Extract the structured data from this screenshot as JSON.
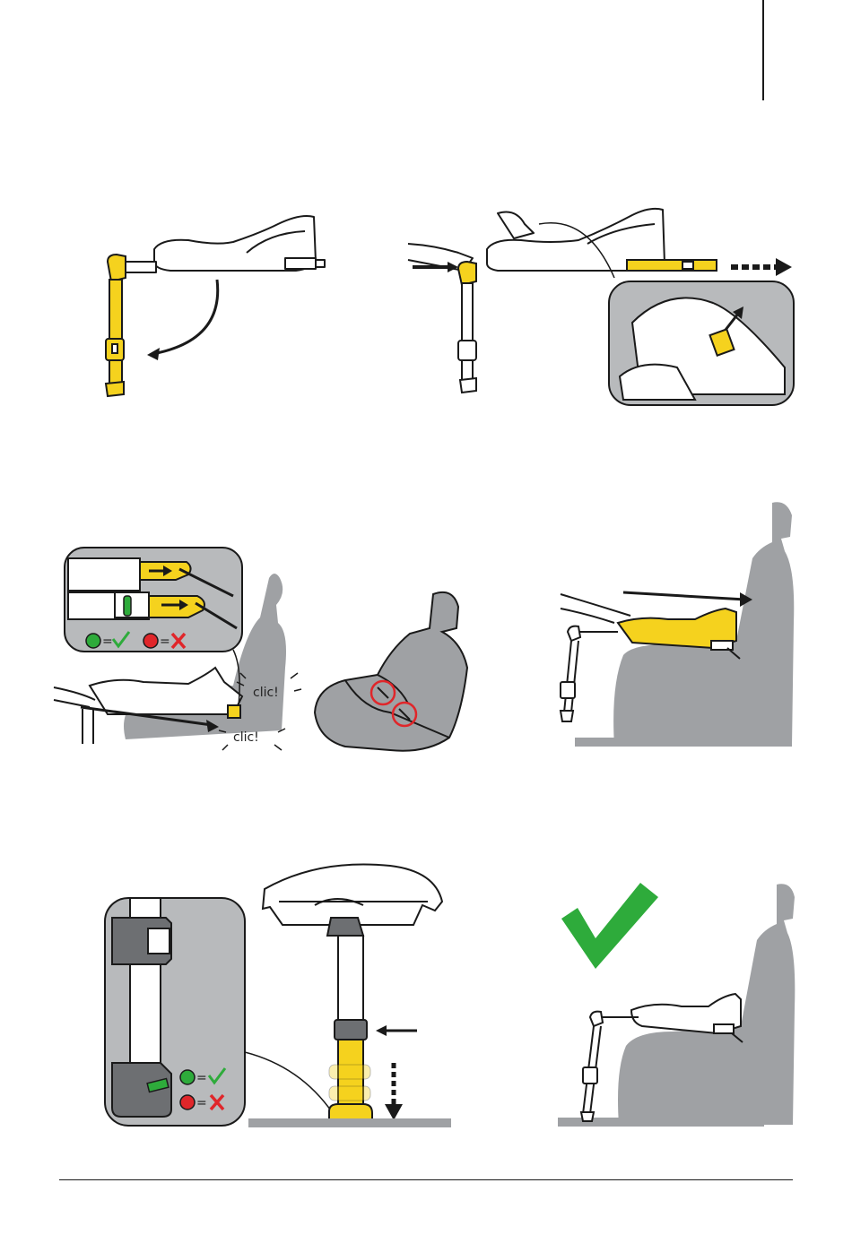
{
  "colors": {
    "accent_yellow": "#f5d21e",
    "seat_grey": "#9fa1a4",
    "inset_grey": "#b8babc",
    "dark_grey": "#6d6f72",
    "outline": "#1a1a1a",
    "ok_green": "#2eab3b",
    "error_red": "#e0262a"
  },
  "icons": {
    "success": "check-icon",
    "error": "cross-icon",
    "direction": "arrow-icon"
  },
  "steps": [
    {
      "id": "unfold-support-leg",
      "sound_label": ""
    },
    {
      "id": "extend-isofix-connectors",
      "sound_label": ""
    },
    {
      "id": "attach-isofix-to-anchors",
      "sound_label": "clic!"
    },
    {
      "id": "push-base-against-backrest",
      "sound_label": ""
    },
    {
      "id": "adjust-support-leg-to-floor",
      "sound_label": ""
    },
    {
      "id": "installed-correctly",
      "sound_label": ""
    }
  ],
  "legend": {
    "green_equals": "=",
    "red_equals": "="
  }
}
